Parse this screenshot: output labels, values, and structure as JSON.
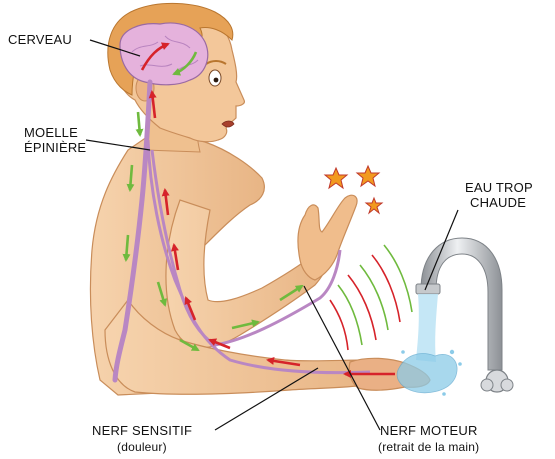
{
  "labels": {
    "brain": "CERVEAU",
    "spinal_cord_line1": "MOELLE",
    "spinal_cord_line2": "ÉPINIÈRE",
    "hot_water_line1": "EAU TROP",
    "hot_water_line2": "CHAUDE",
    "sensory_nerve": "NERF SENSITIF",
    "sensory_nerve_note": "(douleur)",
    "motor_nerve": "NERF MOTEUR",
    "motor_nerve_note": "(retrait de la main)"
  },
  "colors": {
    "skin": "#f1c69b",
    "skin_shadow": "#d79b6b",
    "hair": "#e6a257",
    "brain": "#e5b2dc",
    "nerve": "#b987c3",
    "sensory_arrow": "#d6232a",
    "motor_arrow": "#6fba3e",
    "water": "#8ccbe8",
    "faucet": "#b9bcbf",
    "star": "#f29a1f"
  }
}
